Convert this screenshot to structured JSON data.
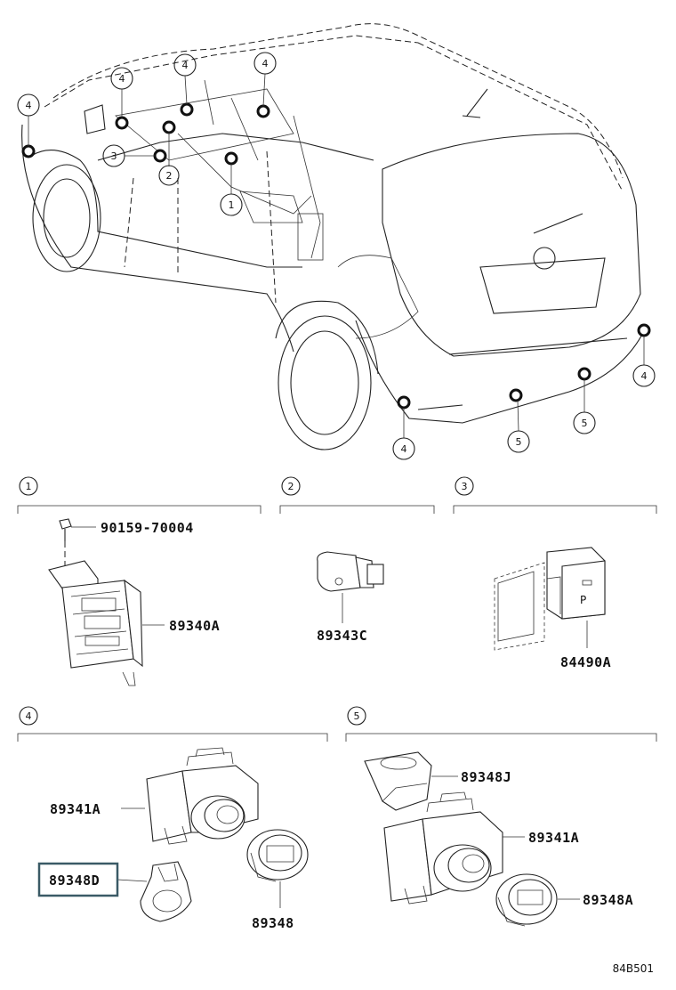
{
  "diagram": {
    "callouts": {
      "c1": "1",
      "c2": "2",
      "c3": "3",
      "c4": "4",
      "c5": "5"
    },
    "sections": {
      "s1": "1",
      "s2": "2",
      "s3": "3",
      "s4": "4",
      "s5": "5"
    },
    "parts": {
      "bolt": "90159-70004",
      "computer": "89340A",
      "buzzer": "89343C",
      "switch": "84490A",
      "sensor_front": "89341A",
      "retainer_d": "89348D",
      "retainer_front": "89348",
      "cover_j": "89348J",
      "sensor_rear": "89341A",
      "retainer_a": "89348A"
    },
    "switch_label": "P",
    "figure_code": "84B501"
  }
}
